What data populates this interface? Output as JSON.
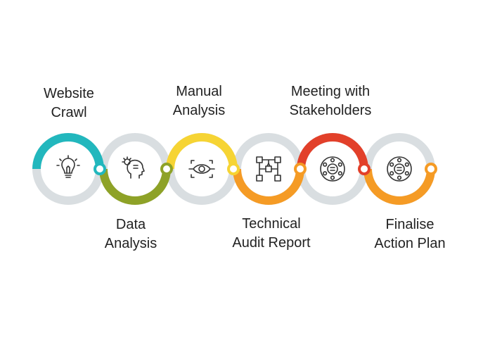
{
  "colors": {
    "track": "#d9dee1",
    "icon": "#333333",
    "text": "#222222"
  },
  "steps": [
    {
      "line1": "Website",
      "line2": "Crawl",
      "icon": "lightbulb-icon",
      "color": "#22b7bd"
    },
    {
      "line1": "Data",
      "line2": "Analysis",
      "icon": "head-idea-icon",
      "color": "#8ea227"
    },
    {
      "line1": "Manual",
      "line2": "Analysis",
      "icon": "eye-scan-icon",
      "color": "#f6d434"
    },
    {
      "line1": "Technical",
      "line2": "Audit Report",
      "icon": "network-icon",
      "color": "#f59b25"
    },
    {
      "line1": "Meeting with",
      "line2": "Stakeholders",
      "icon": "meeting-table-icon",
      "color": "#e2402a"
    },
    {
      "line1": "Finalise",
      "line2": "Action Plan",
      "icon": "meeting-table-icon",
      "color": "#f59b25"
    }
  ]
}
